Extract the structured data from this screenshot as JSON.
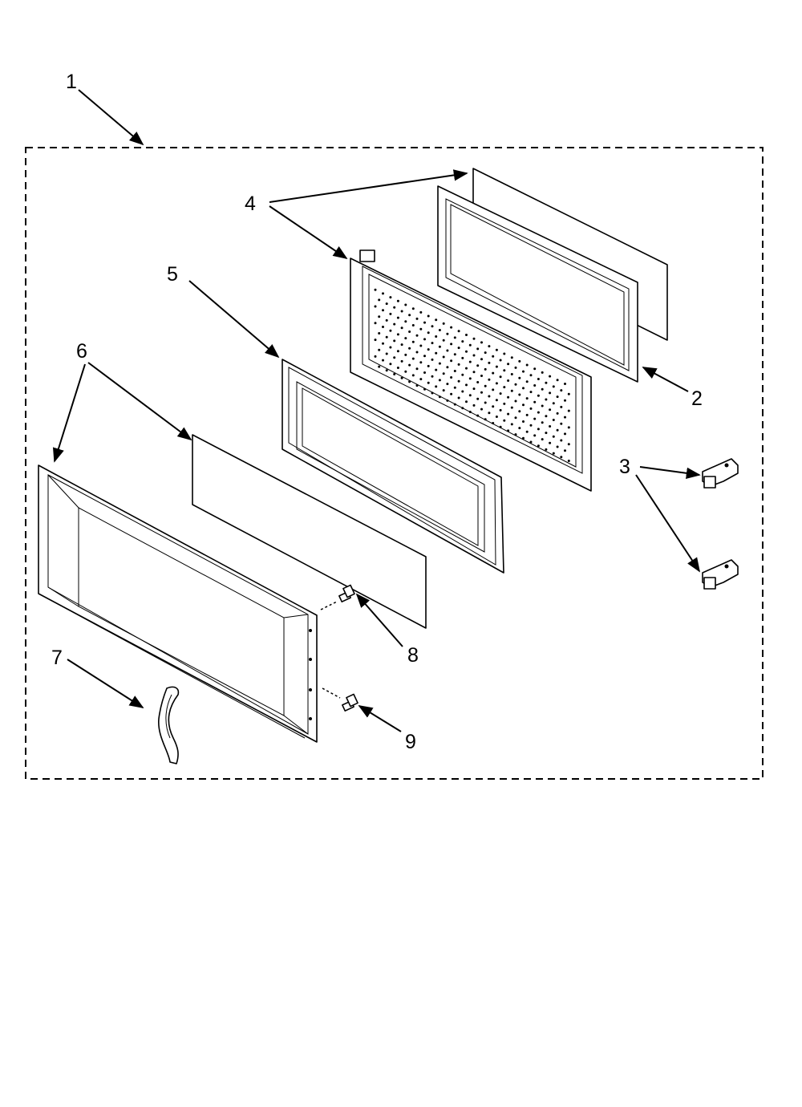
{
  "callouts": {
    "c1": "1",
    "c2": "2",
    "c3": "3",
    "c4": "4",
    "c5": "5",
    "c6": "6",
    "c7": "7",
    "c8": "8",
    "c9": "9"
  },
  "colors": {
    "line": "#000000",
    "background": "#ffffff"
  }
}
